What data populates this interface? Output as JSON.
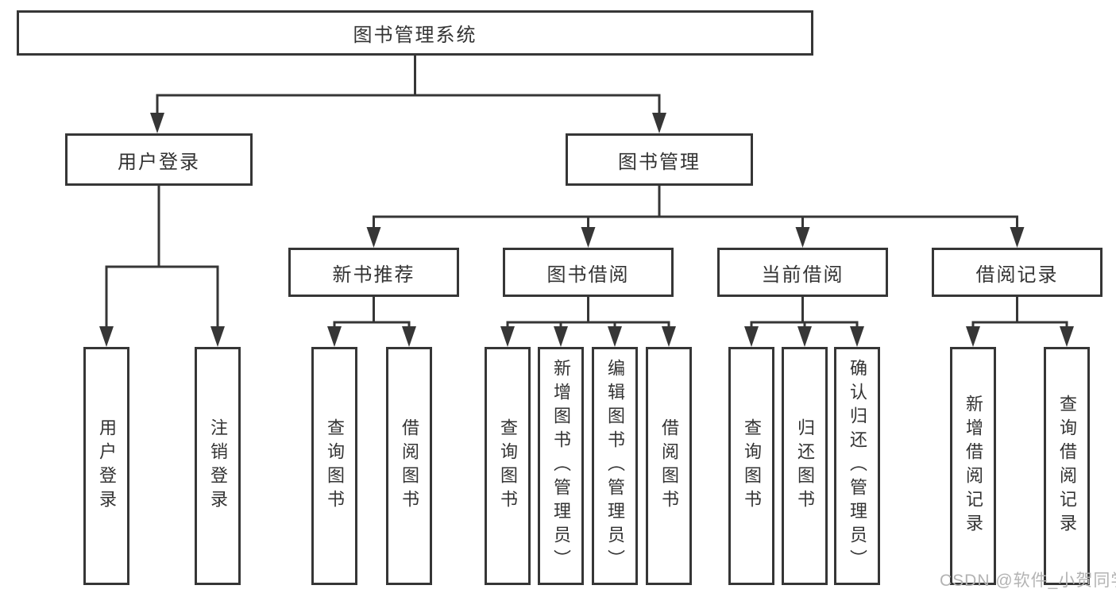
{
  "watermark": "CSDN @软件_小贺同学",
  "colors": {
    "line": "#363636",
    "box_border": "#363636",
    "text": "#333333",
    "watermark": "#b3b3b3",
    "background": "#ffffff"
  },
  "tree": {
    "root": {
      "label": "图书管理系统"
    },
    "user_login": {
      "label": "用户登录",
      "children": {
        "login": {
          "label": "用户登录"
        },
        "logout": {
          "label": "注销登录"
        }
      }
    },
    "book_mgmt": {
      "label": "图书管理",
      "children": {
        "new_book_rec": {
          "label": "新书推荐",
          "children": {
            "query_book": {
              "label": "查询图书"
            },
            "borrow_book": {
              "label": "借阅图书"
            }
          }
        },
        "book_borrow": {
          "label": "图书借阅",
          "children": {
            "query_book": {
              "label": "查询图书"
            },
            "add_book": {
              "label": "新增图书（管理员）"
            },
            "edit_book": {
              "label": "编辑图书（管理员）"
            },
            "borrow_book": {
              "label": "借阅图书"
            }
          }
        },
        "current_borrow": {
          "label": "当前借阅",
          "children": {
            "query_book": {
              "label": "查询图书"
            },
            "return_book": {
              "label": "归还图书"
            },
            "confirm_return": {
              "label": "确认归还（管理员）"
            }
          }
        },
        "borrow_records": {
          "label": "借阅记录",
          "children": {
            "add_record": {
              "label": "新增借阅记录"
            },
            "query_record": {
              "label": "查询借阅记录"
            }
          }
        }
      }
    }
  }
}
